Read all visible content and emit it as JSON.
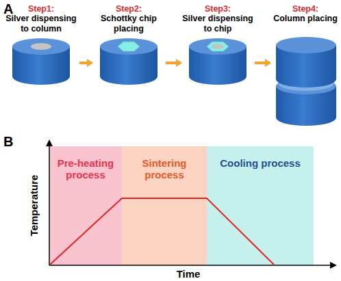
{
  "diagram": {
    "nodes": [
      {
        "text": [
          "Step1:",
          "Silver dispensing to column"
        ]
      },
      {
        "text": [
          "Step2:",
          "Schottky chip placing"
        ]
      },
      {
        "text": [
          "Step3:",
          "Silver dispensing to chip"
        ]
      },
      {
        "text": [
          "Step4:",
          "Column placing"
        ]
      },
      {
        "text": [
          "Pre-heating process"
        ]
      },
      {
        "text": [
          "Sintering process"
        ]
      },
      {
        "text": [
          "Cooling process"
        ]
      }
    ],
    "edges": [
      {
        "from": 0,
        "to": 1,
        "arrow": "to"
      },
      {
        "from": 1,
        "to": 2,
        "arrow": "to"
      },
      {
        "from": 2,
        "to": 3,
        "arrow": "to"
      }
    ],
    "labels": [
      "A",
      "B",
      "Temperature",
      "Time"
    ]
  }
}
